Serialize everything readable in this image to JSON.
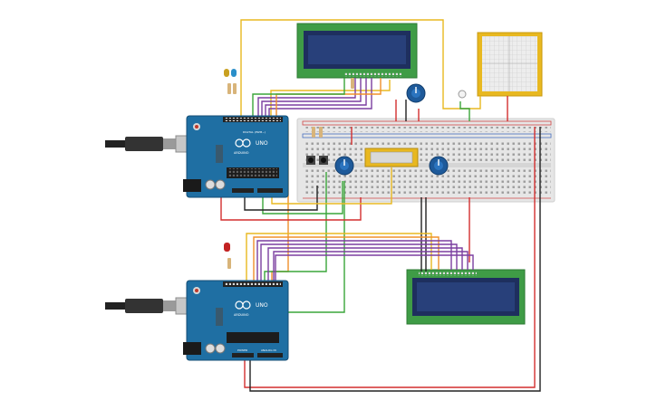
{
  "board": {
    "logo_text": "ARDUINO",
    "model_text": "UNO",
    "power_label": "POWER",
    "analog_label": "ANALOG IN",
    "digital_label": "DIGITAL (PWM~)"
  },
  "colors": {
    "board_blue": "#1f6fa3",
    "lcd_green": "#3f9c46",
    "lcd_screen": "#1e2f5e",
    "breadboard": "#e3e3e3",
    "wire_red": "#d32f2f",
    "wire_black": "#222222",
    "wire_yellow": "#e8b820",
    "wire_green": "#3aa53a",
    "wire_purple": "#7b3fa0",
    "wire_orange": "#f0902a",
    "pot_blue": "#1e5a9a"
  },
  "icons": [
    "usb-cable-icon",
    "led-icon",
    "resistor-icon",
    "potentiometer-icon",
    "push-button-icon"
  ]
}
